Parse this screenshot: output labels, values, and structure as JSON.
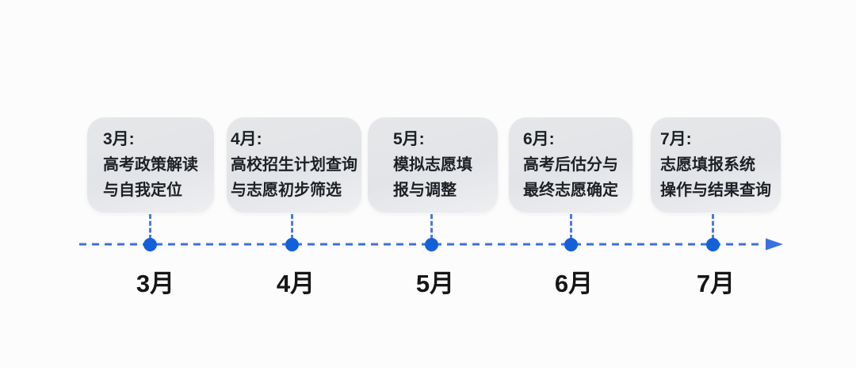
{
  "page": {
    "background_color": "#fcfcfc",
    "card_background_color": "#e4e6e8",
    "text_color": "#1d2126",
    "line_color": "#3b6fdf",
    "dot_color": "#1460d8"
  },
  "timeline": {
    "direction": "left-to-right",
    "stages": [
      {
        "heading": "3月:",
        "desc": "高考政策解读\n与自我定位",
        "axis_label": "3月"
      },
      {
        "heading": "4月:",
        "desc": "高校招生计划查询\n与志愿初步筛选",
        "axis_label": "4月"
      },
      {
        "heading": "5月:",
        "desc": "模拟志愿填\n报与调整",
        "axis_label": "5月"
      },
      {
        "heading": "6月:",
        "desc": "高考后估分与\n最终志愿确定",
        "axis_label": "6月"
      },
      {
        "heading": "7月:",
        "desc": "志愿填报系统\n操作与结果查询",
        "axis_label": "7月"
      }
    ]
  }
}
